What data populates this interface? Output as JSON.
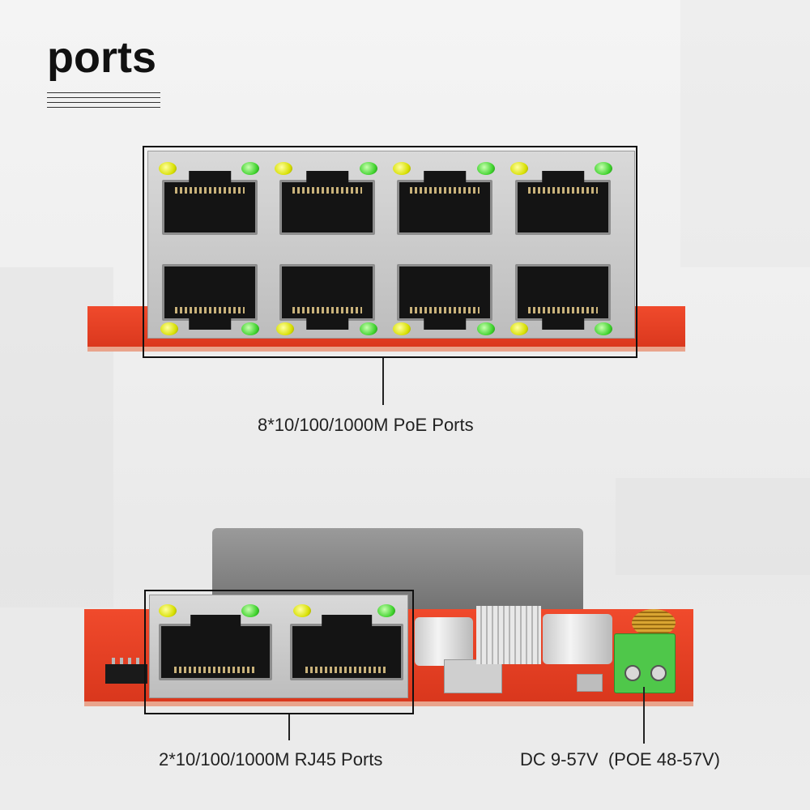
{
  "title": "ports",
  "captions": {
    "poe_ports": "8*10/100/1000M PoE Ports",
    "rj45_ports": "2*10/100/1000M RJ45 Ports",
    "power": "DC 9-57V  (POE 48-57V)"
  },
  "colors": {
    "pcb": "#e2401f",
    "led_yellow": "#d7df00",
    "led_green": "#3ed22c",
    "terminal_block": "#4fc74a"
  }
}
